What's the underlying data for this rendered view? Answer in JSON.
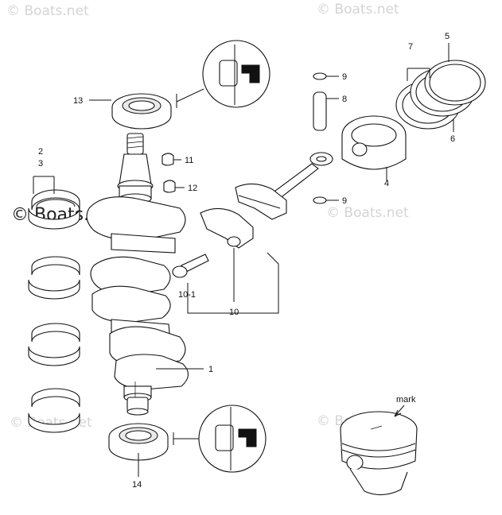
{
  "watermarks": {
    "top_left": "© Boats.net",
    "top_right": "© Boats.net",
    "mid_left": "© Boats.net",
    "mid_right": "© Boats.net",
    "bottom_left": "© Boats.net",
    "bottom_right": "© Boats.net"
  },
  "callouts": {
    "p1": "1",
    "p2": "2",
    "p3": "3",
    "p4": "4",
    "p5": "5",
    "p6": "6",
    "p7": "7",
    "p8": "8",
    "p9_top": "9",
    "p9_bottom": "9",
    "p10": "10",
    "p10_1": "10-1",
    "p11": "11",
    "p12": "12",
    "p13": "13",
    "p14": "14",
    "mark": "mark"
  }
}
